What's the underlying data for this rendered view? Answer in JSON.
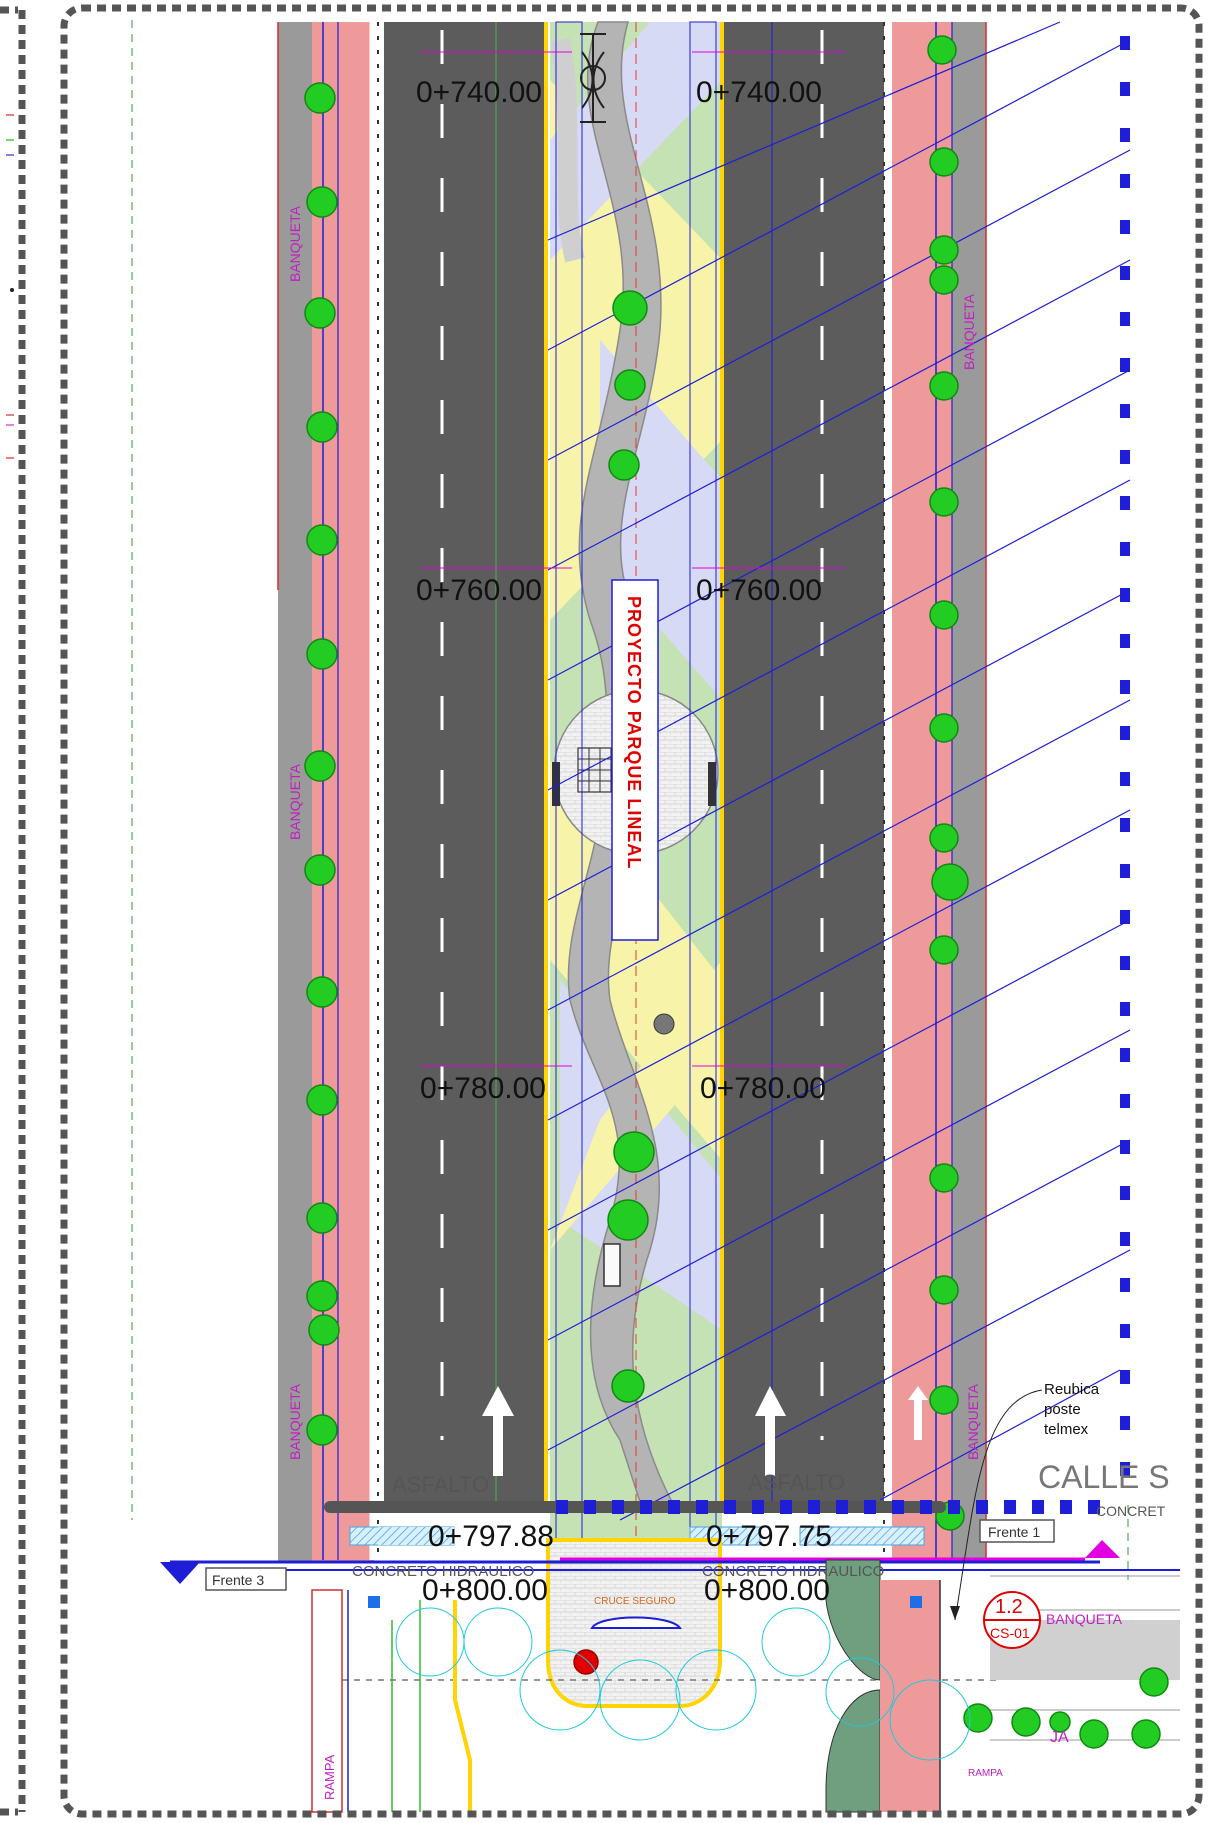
{
  "title": "PROYECTO  PARQUE LINEAL",
  "colors": {
    "asphalt": "#5c5c5c",
    "sidewalk": "#ef9a9a",
    "median_green": "#c5e2b5",
    "median_yellow": "#f7f4a9",
    "median_lavender": "#d7daf5",
    "blue_line": "#1e1ed6",
    "magenta": "#e000e0",
    "tree_green": "#22cc22",
    "red_title": "#e00000"
  },
  "stations": {
    "s740": "0+740.00",
    "s760": "0+760.00",
    "s780": "0+780.00",
    "s797_left": "0+797.88",
    "s797_right": "0+797.75",
    "s800": "0+800.00"
  },
  "labels": {
    "banqueta": "BANQUETA",
    "asfalto": "ASFALTO",
    "concreto_hidraulico": "CONCRETO HIDRAULICO",
    "cruce_seguro": "CRUCE SEGURO",
    "calle": "CALLE S",
    "concreto_cut": "CONCRET",
    "rampa": "RAMPA",
    "jardin_cut": "JA",
    "frente_1": "Frente 1",
    "frente_3": "Frente 3",
    "note_line1": "Reubica",
    "note_line2": "poste",
    "note_line3": "telmex",
    "ref_number": "1.2",
    "ref_sheet": "CS-01"
  }
}
